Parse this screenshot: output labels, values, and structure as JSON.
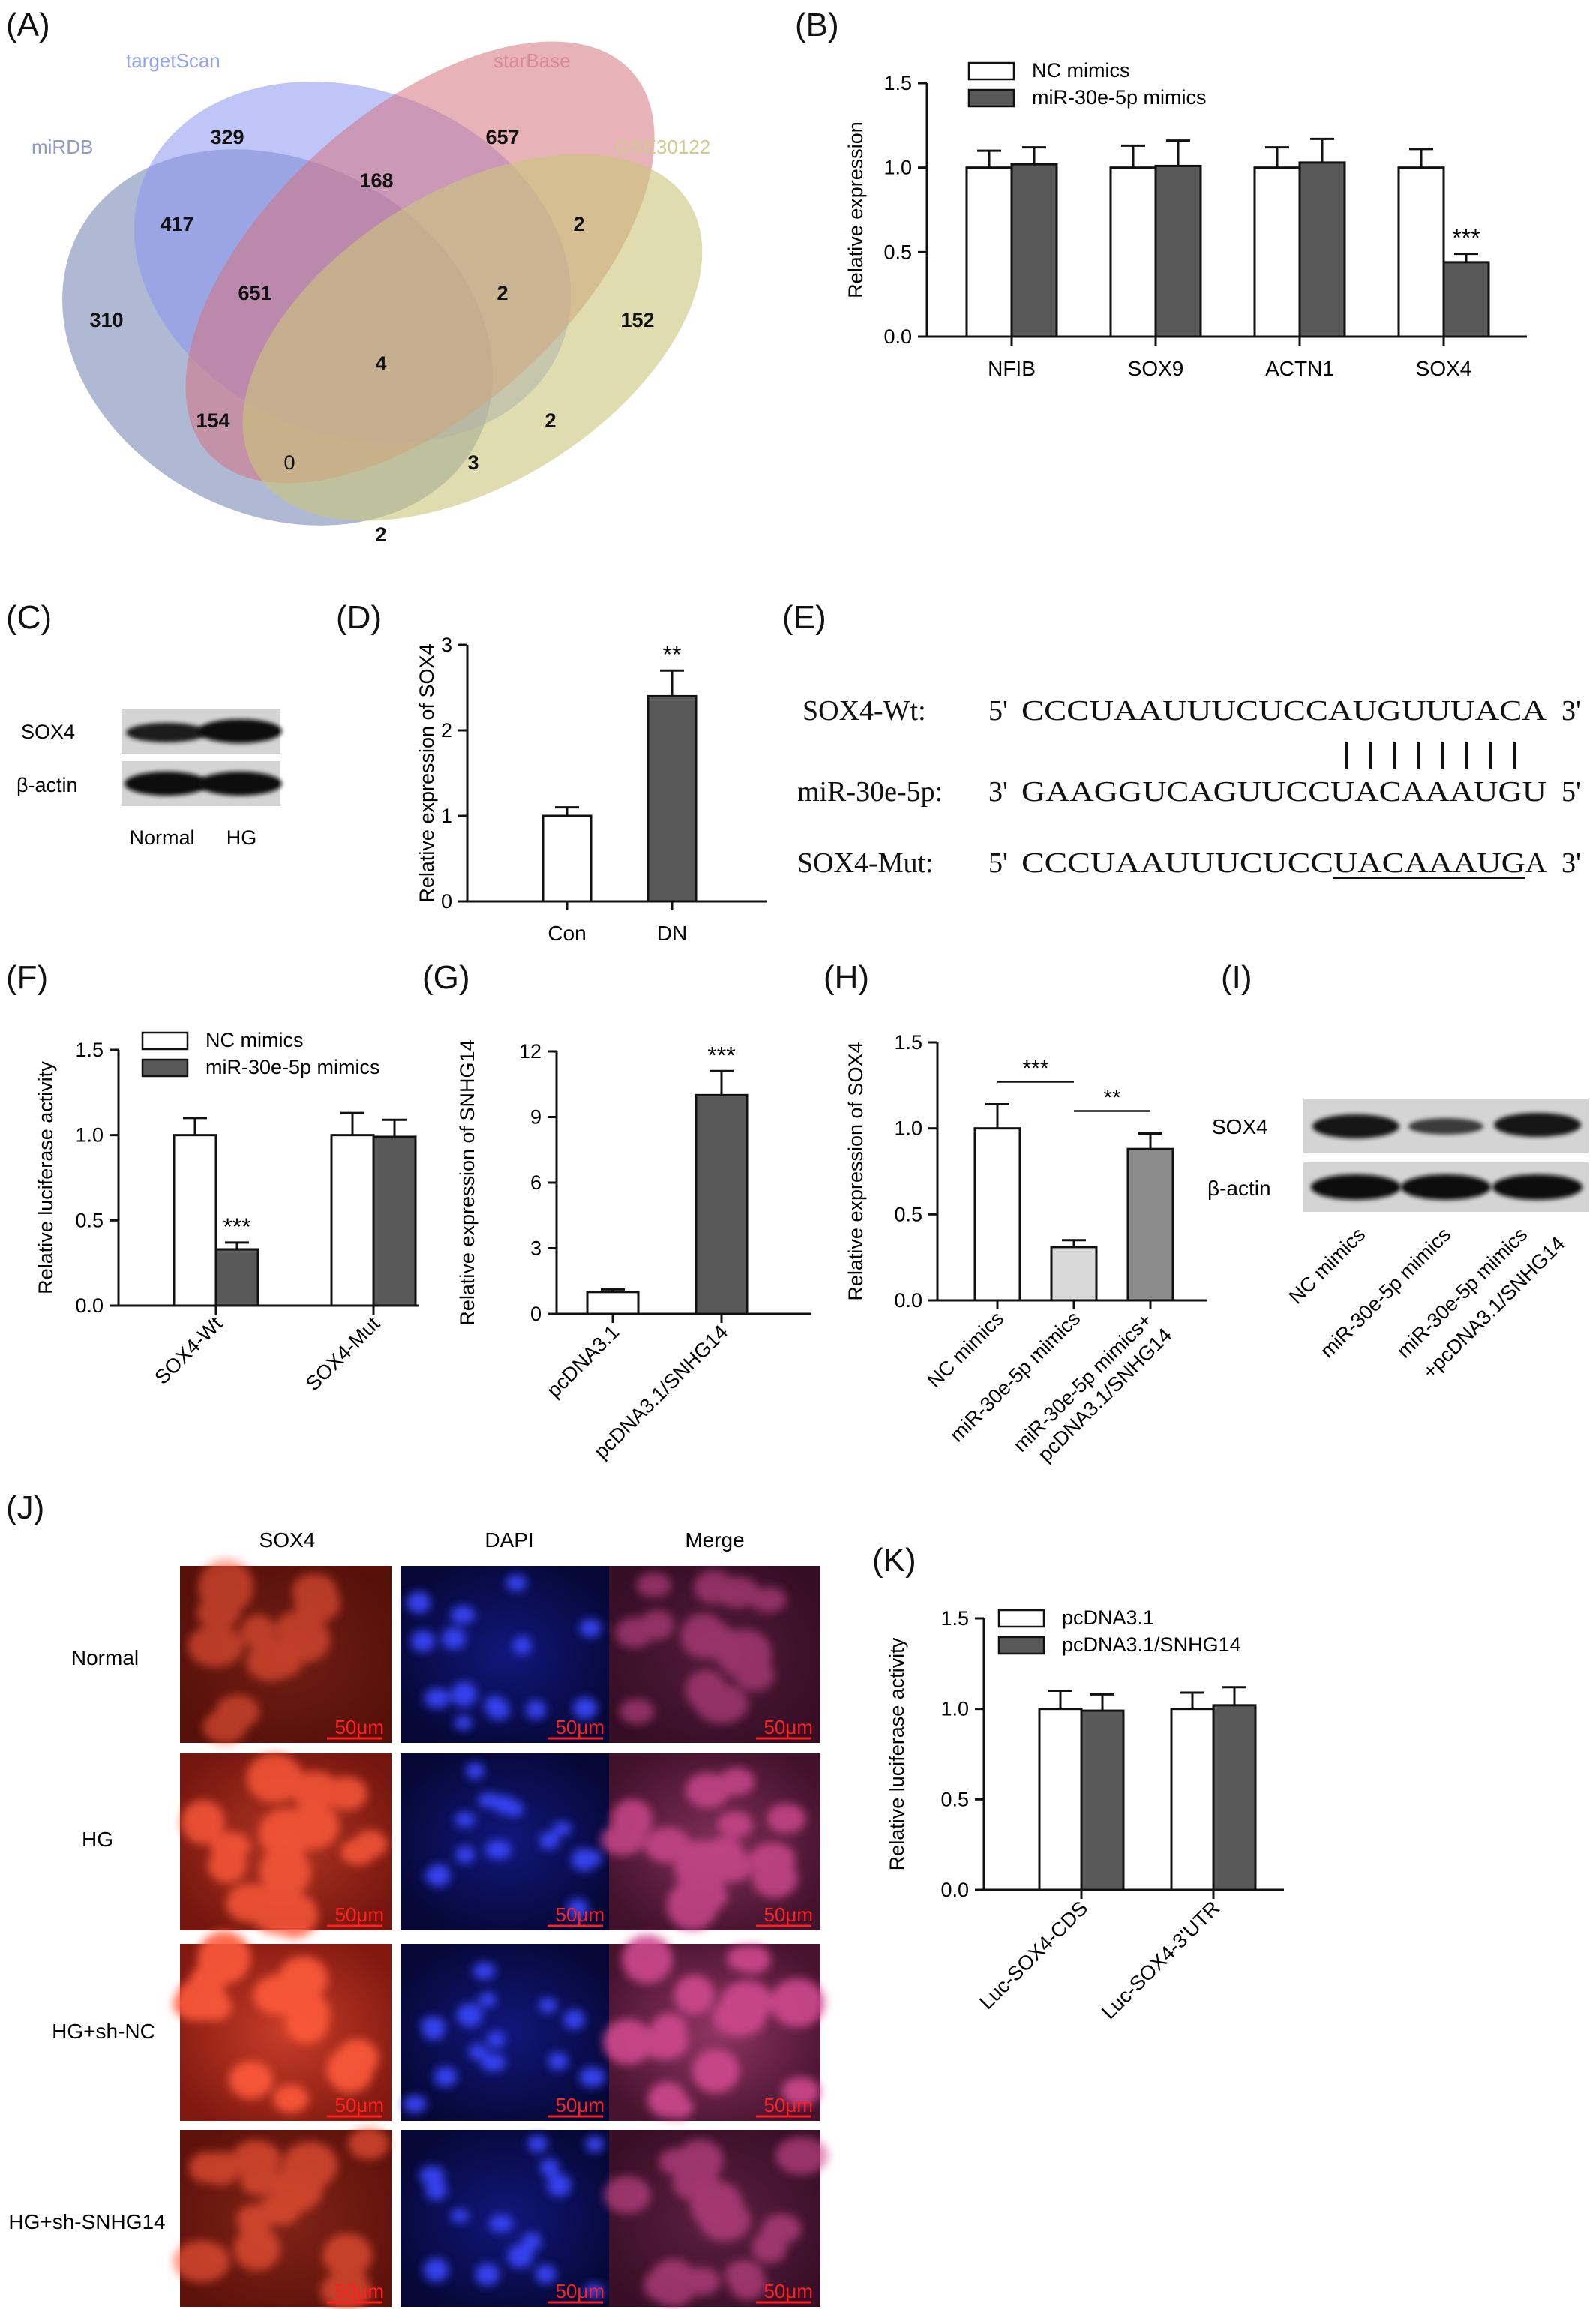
{
  "panels": {
    "A": "(A)",
    "B": "(B)",
    "C": "(C)",
    "D": "(D)",
    "E": "(E)",
    "F": "(F)",
    "G": "(G)",
    "H": "(H)",
    "I": "(I)",
    "J": "(J)",
    "K": "(K)"
  },
  "colors": {
    "open_bar": "#ffffff",
    "dark_bar": "#595959",
    "light_bar": "#d9d9d9",
    "mid_bar": "#8c8c8c",
    "venn_mirdb": "#6f7fb0",
    "venn_targetscan": "#8a96ee",
    "venn_starbase": "#d5737f",
    "venn_gse": "#c9c67a",
    "scale_bar": "#ff2020"
  },
  "venn": {
    "sets": [
      {
        "name": "miRDB",
        "color": "#6f7fb0"
      },
      {
        "name": "targetScan",
        "color": "#8a96ee"
      },
      {
        "name": "starBase",
        "color": "#d5737f"
      },
      {
        "name": "GSE30122",
        "color": "#c9c67a"
      }
    ],
    "counts": [
      "329",
      "657",
      "168",
      "417",
      "2",
      "310",
      "651",
      "2",
      "152",
      "4",
      "154",
      "2",
      "0",
      "3",
      "2"
    ]
  },
  "westerns": {
    "C": {
      "rows": [
        "SOX4",
        "β-actin"
      ],
      "lanes": [
        "Normal",
        "HG"
      ]
    },
    "I": {
      "rows": [
        "SOX4",
        "β-actin"
      ],
      "lanes": [
        "NC mimics",
        "miR-30e-5p mimics",
        "miR-30e-5p mimics",
        "+pcDNA3.1/SNHG14"
      ]
    }
  },
  "sequences": {
    "wt_label": "SOX4-Wt:",
    "wt_5": "5'",
    "wt_seq": "CCCUAAUUUCUCCAUGUUUACA",
    "wt_3": "3'",
    "mir_label": "miR-30e-5p:",
    "mir_3": "3'",
    "mir_seq": "GAAGGUCAGUUCCUACAAAUGU",
    "mir_5": "5'",
    "mut_label": "SOX4-Mut:",
    "mut_5": "5'",
    "mut_seq_a": "CCCUAAUUUCUCC",
    "mut_seq_b": "UACAAAUG",
    "mut_seq_c": "A",
    "mut_3": "3'"
  },
  "if_panel": {
    "columns": [
      "SOX4",
      "DAPI",
      "Merge"
    ],
    "rows": [
      "Normal",
      "HG",
      "HG+sh-NC",
      "HG+sh-SNHG14"
    ],
    "scale": "50μm"
  },
  "chart_data": [
    {
      "panel": "B",
      "type": "bar",
      "categories": [
        "NFIB",
        "SOX9",
        "ACTN1",
        "SOX4"
      ],
      "series": [
        {
          "name": "NC mimics",
          "values": [
            1.0,
            1.0,
            1.0,
            1.0
          ],
          "errors": [
            0.1,
            0.13,
            0.12,
            0.11
          ]
        },
        {
          "name": "miR-30e-5p mimics",
          "values": [
            1.02,
            1.01,
            1.03,
            0.44
          ],
          "errors": [
            0.1,
            0.15,
            0.14,
            0.05
          ]
        }
      ],
      "ylabel": "Relative expression",
      "ylim": [
        0,
        1.5
      ],
      "yticks": [
        "0.0",
        "0.5",
        "1.0",
        "1.5"
      ],
      "annotations": [
        {
          "category": 3,
          "series": 1,
          "text": "***"
        }
      ],
      "legend": "top-left"
    },
    {
      "panel": "D",
      "type": "bar",
      "categories": [
        "Con",
        "DN"
      ],
      "values": [
        1.0,
        2.4
      ],
      "errors": [
        0.1,
        0.3
      ],
      "ylabel": "Relative expression of SOX4",
      "ylim": [
        0,
        3
      ],
      "yticks": [
        "0",
        "1",
        "2",
        "3"
      ],
      "annotations": [
        {
          "category": 1,
          "text": "**"
        }
      ]
    },
    {
      "panel": "F",
      "type": "bar",
      "categories": [
        "SOX4-Wt",
        "SOX4-Mut"
      ],
      "series": [
        {
          "name": "NC mimics",
          "values": [
            1.0,
            1.0
          ],
          "errors": [
            0.1,
            0.13
          ]
        },
        {
          "name": "miR-30e-5p mimics",
          "values": [
            0.33,
            0.99
          ],
          "errors": [
            0.04,
            0.1
          ]
        }
      ],
      "ylabel": "Relative luciferase activity",
      "ylim": [
        0,
        1.5
      ],
      "yticks": [
        "0.0",
        "0.5",
        "1.0",
        "1.5"
      ],
      "annotations": [
        {
          "category": 0,
          "series": 1,
          "text": "***"
        }
      ],
      "legend": "top-left"
    },
    {
      "panel": "G",
      "type": "bar",
      "categories": [
        "pcDNA3.1",
        "pcDNA3.1/SNHG14"
      ],
      "values": [
        1.0,
        10.0
      ],
      "errors": [
        0.12,
        1.1
      ],
      "ylabel": "Relative expression of SNHG14",
      "ylim": [
        0,
        12
      ],
      "yticks": [
        "0",
        "3",
        "6",
        "9",
        "12"
      ],
      "annotations": [
        {
          "category": 1,
          "text": "***"
        }
      ]
    },
    {
      "panel": "H",
      "type": "bar",
      "categories": [
        "NC mimics",
        "miR-30e-5p mimics",
        "miR-30e-5p mimics+ pcDNA3.1/SNHG14"
      ],
      "values": [
        1.0,
        0.31,
        0.88
      ],
      "errors": [
        0.14,
        0.04,
        0.09
      ],
      "ylabel": "Relative expression of SOX4",
      "ylim": [
        0,
        1.5
      ],
      "yticks": [
        "0.0",
        "0.5",
        "1.0",
        "1.5"
      ],
      "annotations": [
        {
          "from": 0,
          "to": 1,
          "text": "***"
        },
        {
          "from": 1,
          "to": 2,
          "text": "**"
        }
      ]
    },
    {
      "panel": "K",
      "type": "bar",
      "categories": [
        "Luc-SOX4-CDS",
        "Luc-SOX4-3'UTR"
      ],
      "series": [
        {
          "name": "pcDNA3.1",
          "values": [
            1.0,
            1.0
          ],
          "errors": [
            0.1,
            0.09
          ]
        },
        {
          "name": "pcDNA3.1/SNHG14",
          "values": [
            0.99,
            1.02
          ],
          "errors": [
            0.09,
            0.1
          ]
        }
      ],
      "ylabel": "Relative luciferase activity",
      "ylim": [
        0,
        1.5
      ],
      "yticks": [
        "0.0",
        "0.5",
        "1.0",
        "1.5"
      ],
      "legend": "top-left"
    }
  ]
}
